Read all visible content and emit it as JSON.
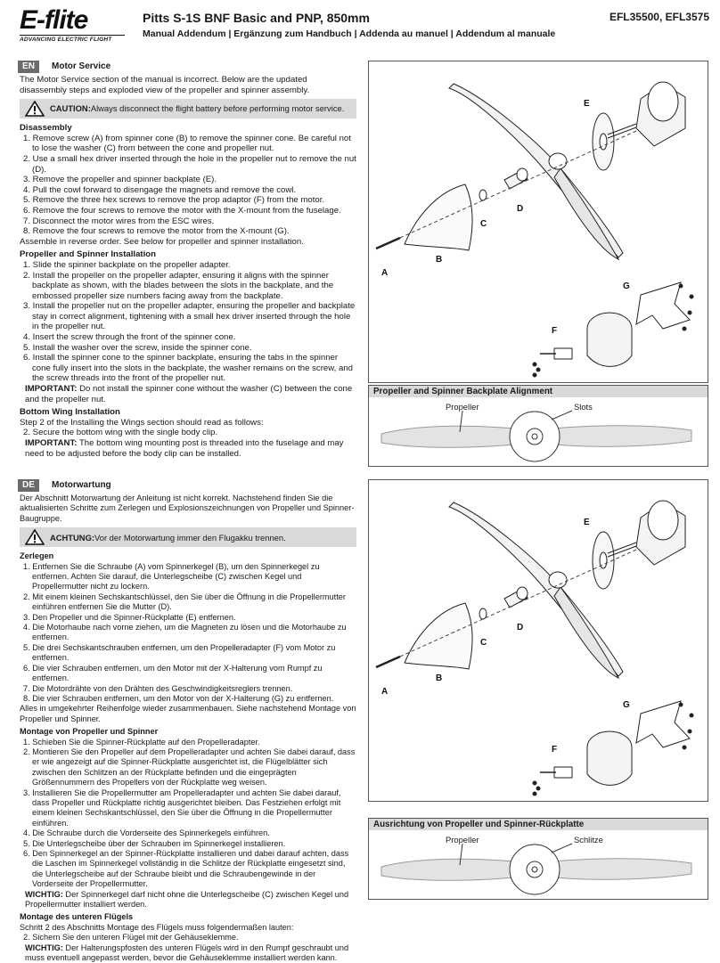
{
  "header": {
    "logo_text": "E-flite",
    "logo_tagline": "ADVANCING ELECTRIC FLIGHT",
    "title": "Pitts S-1S BNF Basic and PNP, 850mm",
    "subtitle": "Manual Addendum | Ergänzung zum Handbuch | Addenda au manuel | Addendum al manuale",
    "product_codes": "EFL35500, EFL3575"
  },
  "en": {
    "lang": "EN",
    "section_title": "Motor Service",
    "intro": "The Motor Service section of the manual is incorrect. Below are the updated disassembly steps and exploded view of the propeller and spinner assembly.",
    "caution_label": "CAUTION:",
    "caution_text": " Always disconnect the flight battery before performing motor service.",
    "disassembly_heading": "Disassembly",
    "disassembly": [
      "1. Remove screw (A) from spinner cone (B) to remove the spinner cone. Be careful not to lose the washer (C) from between the cone and propeller nut.",
      "2. Use a small hex driver inserted through the hole in the propeller nut to remove the nut (D).",
      "3. Remove the propeller and spinner backplate (E).",
      "4. Pull the cowl forward to disengage the magnets and remove the cowl.",
      "5. Remove the three hex screws to remove the prop adaptor (F) from the motor.",
      "6. Remove the four screws to remove the motor with the X-mount from the fuselage.",
      "7. Disconnect the motor wires from the ESC wires.",
      "8. Remove the four screws to remove the motor from the X-mount (G)."
    ],
    "reassemble": "Assemble in reverse order. See below for propeller and spinner installation.",
    "prop_heading": "Propeller and Spinner Installation",
    "prop_steps": [
      "1. Slide the spinner backplate on the propeller adapter.",
      "2. Install the propeller on the propeller adapter, ensuring it aligns with the spinner backplate as shown, with the blades between the slots in the backplate, and the embossed propeller size numbers facing away from the backplate.",
      "3. Install the propeller nut on the propeller adapter, ensuring the propeller and backplate stay in correct alignment, tightening with a small hex driver inserted through the hole in the propeller nut.",
      "4. Insert the screw through the front of the spinner cone.",
      "5. Install the washer over the screw, inside the spinner cone.",
      "6. Install the spinner cone to the spinner backplate, ensuring the tabs in the spinner cone fully insert into the slots in the backplate, the washer remains on the screw, and the screw threads into the front of the propeller nut."
    ],
    "important1_label": "IMPORTANT:",
    "important1_text": " Do not install the spinner cone without the washer (C) between the cone and the propeller nut.",
    "wing_heading": "Bottom Wing Installation",
    "wing_intro": "Step 2 of the Installing the Wings section should read as follows:",
    "wing_step": "2. Secure the bottom wing with the single body clip.",
    "important2_label": "IMPORTANT:",
    "important2_text": " The bottom wing mounting post is threaded into the fuselage and may need to be adjusted before the body clip can be installed.",
    "align_title": "Propeller and Spinner Backplate Alignment",
    "align_propeller": "Propeller",
    "align_slots": "Slots"
  },
  "de": {
    "lang": "DE",
    "section_title": "Motorwartung",
    "intro": "Der Abschnitt Motorwartung der Anleitung ist nicht korrekt. Nachstehend finden Sie die aktualisierten Schritte zum Zerlegen und Explosionszeichnungen von Propeller und Spinner-Baugruppe.",
    "caution_label": "ACHTUNG:",
    "caution_text": " Vor der Motorwartung immer den Flugakku trennen.",
    "disassembly_heading": "Zerlegen",
    "disassembly": [
      "1. Entfernen Sie die Schraube (A) vom Spinnerkegel (B), um den Spinnerkegel zu entfernen. Achten Sie darauf, die Unterlegscheibe (C) zwischen Kegel und Propellermutter nicht zu lockern.",
      "2. Mit einem kleinen Sechskantschlüssel, den Sie über die Öffnung in die Propellermutter einführen entfernen Sie die Mutter (D).",
      "3. Den Propeller und die Spinner-Rückplatte (E) entfernen.",
      "4. Die Motorhaube nach vorne ziehen, um die Magneten zu lösen und die Motorhaube zu entfernen.",
      "5. Die drei Sechskantschrauben entfernen, um den Propelleradapter (F) vom Motor zu entfernen.",
      "6. Die vier Schrauben entfernen, um den Motor mit der X-Halterung vom Rumpf zu entfernen.",
      "7. Die Motordrähte von den Drähten des Geschwindigkeitsreglers trennen.",
      "8. Die vier Schrauben entfernen, um den Motor von der X-Halterung (G) zu entfernen."
    ],
    "reassemble": "Alles in umgekehrter Reihenfolge wieder zusammenbauen. Siehe nachstehend Montage von Propeller und Spinner.",
    "prop_heading": "Montage von Propeller und Spinner",
    "prop_steps": [
      "1. Schieben Sie die Spinner-Rückplatte auf den Propelleradapter.",
      "2. Montieren Sie den Propeller auf dem Propelleradapter und achten Sie dabei darauf, dass er wie angezeigt auf die Spinner-Rückplatte ausgerichtet ist, die Flügelblätter sich zwischen den Schlitzen an der Rückplatte befinden und die eingeprägten Größennummern des Propellers von der Rückplatte weg weisen.",
      "3. Installieren Sie die Propellermutter am Propelleradapter und achten Sie dabei darauf, dass Propeller und Rückplatte richtig ausgerichtet bleiben. Das Festziehen erfolgt mit einem kleinen Sechskantschlüssel, den Sie über die Öffnung in die Propellermutter einführen.",
      "4. Die Schraube durch die Vorderseite des Spinnerkegels einführen.",
      "5. Die Unterlegscheibe über der Schrauben im Spinnerkegel installieren.",
      "6. Den Spinnerkegel an der Spinner-Rückplatte installieren und dabei darauf achten, dass die Laschen im Spinnerkegel vollständig in die Schlitze der Rückplatte eingesetzt sind, die Unterlegscheibe auf der Schraube bleibt und die Schraubengewinde in der Vorderseite der Propellermutter."
    ],
    "important1_label": "WICHTIG:",
    "important1_text": " Der Spinnerkegel darf nicht ohne die Unterlegscheibe (C) zwischen Kegel und Propellermutter installiert werden.",
    "wing_heading": "Montage des unteren Flügels",
    "wing_intro": "Schritt 2 des Abschnitts Montage des Flügels muss folgendermaßen lauten:",
    "wing_step": "2. Sichern Sie den unteren Flügel mit der Gehäuseklemme.",
    "important2_label": "WICHTIG:",
    "important2_text": " Der Halterungspfosten des unteren Flügels wird in den Rumpf geschraubt und muss eventuell angepasst werden, bevor die Gehäuseklemme installiert werden kann.",
    "align_title": "Ausrichtung von Propeller und Spinner-Rückplatte",
    "align_propeller": "Propeller",
    "align_slots": "Schlitze"
  },
  "diagram": {
    "labels": [
      "A",
      "B",
      "C",
      "D",
      "E",
      "F",
      "G"
    ]
  }
}
